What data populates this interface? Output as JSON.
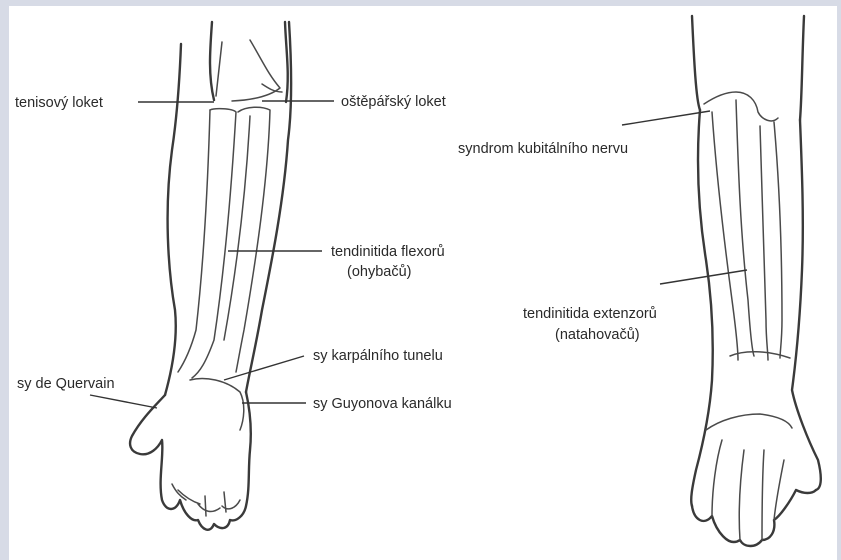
{
  "labels": {
    "tennis_elbow": "tenisový loket",
    "golfer_elbow": "oštěpářský loket",
    "flexor_tendinitis_1": "tendinitida flexorů",
    "flexor_tendinitis_2": "(ohybačů)",
    "carpal_tunnel": "sy karpálního tunelu",
    "de_quervain": "sy de Quervain",
    "guyon_canal": "sy Guyonova kanálku",
    "cubital_syndrome": "syndrom kubitálního nervu",
    "extensor_tendinitis_1": "tendinitida extenzorů",
    "extensor_tendinitis_2": "(natahovačů)"
  },
  "colors": {
    "frame": "#d7dbe6",
    "paper": "#ffffff",
    "ink": "#2a2a2a"
  }
}
